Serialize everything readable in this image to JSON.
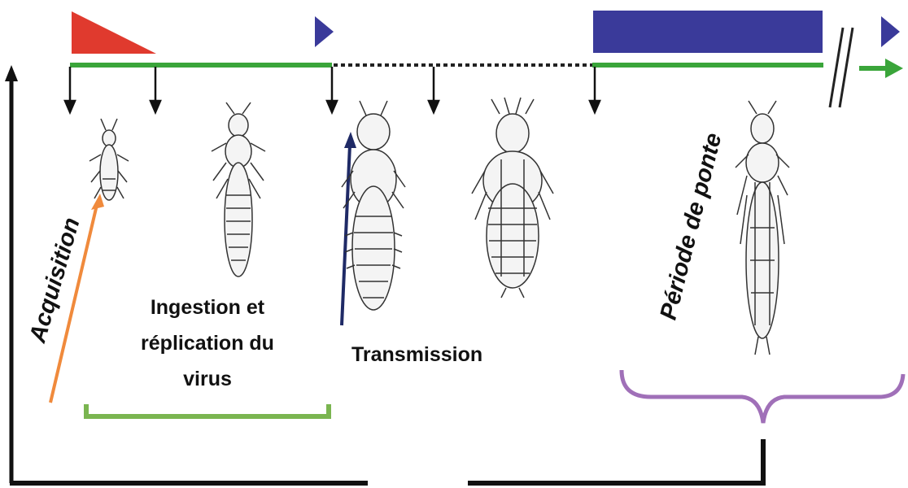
{
  "labels": {
    "acquisition": "Acquisition",
    "ingestion_line1": "Ingestion et",
    "ingestion_line2": "réplication du",
    "ingestion_line3": "virus",
    "transmission": "Transmission",
    "periode_de_ponte": "Période de ponte"
  },
  "colors": {
    "timeline_green": "#3aa53a",
    "acquisition_red": "#e03a2e",
    "infective_blue": "#3a3a9a",
    "acquisition_arrow": "#f08a3c",
    "transmission_arrow": "#1f2a66",
    "bracket_green": "#7ab550",
    "bracket_purple": "#a070b8",
    "line_black": "#111111"
  },
  "stages": [
    {
      "name": "larva-stage-1"
    },
    {
      "name": "larva-stage-2"
    },
    {
      "name": "prepupa"
    },
    {
      "name": "pupa"
    },
    {
      "name": "adult"
    }
  ]
}
